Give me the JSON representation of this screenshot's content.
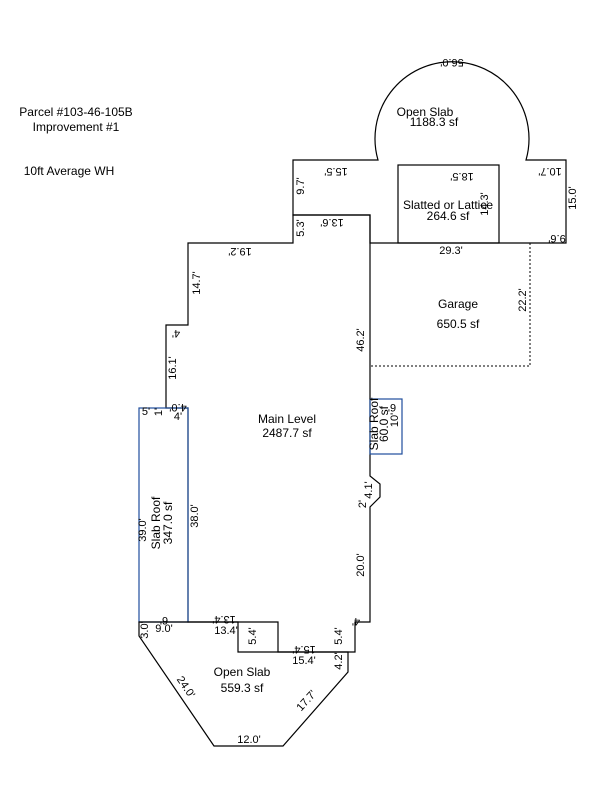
{
  "header": {
    "parcel": "Parcel #103-46-105B",
    "improvement": "Improvement #1",
    "wall_height": "10ft Average WH"
  },
  "areas": {
    "main_level": {
      "name": "Main Level",
      "area": "2487.7 sf"
    },
    "garage": {
      "name": "Garage",
      "area": "650.5 sf"
    },
    "open_slab_top": {
      "name": "Open Slab",
      "area": "1188.3 sf"
    },
    "slatted": {
      "name": "Slatted or Lattice",
      "area": "264.6 sf"
    },
    "open_slab_bottom": {
      "name": "Open Slab",
      "area": "559.3 sf"
    },
    "slab_roof_left": {
      "name": "Slab Roof",
      "area": "347.0 sf"
    },
    "slab_roof_right": {
      "name": "Slab Roof",
      "area": "60.0 sf"
    }
  },
  "dims": {
    "d56_0": "56.0'",
    "d15_5": "15.5'",
    "d18_5": "18.5'",
    "d10_7": "10.7'",
    "d9_7": "9.7'",
    "d14_3": "14.3'",
    "d15_0": "15.0'",
    "d5_3": "5.3'",
    "d13_6": "13.6'",
    "d9_6": "9.6'",
    "d19_2": "19.2'",
    "d29_3": "29.3'",
    "d14_7": "14.7'",
    "d22_2": "22.2'",
    "d4a": "4'",
    "d46_2": "46.2'",
    "d16_1": "16.1'",
    "d5a": "5'",
    "d4_0": "4.0'",
    "d1": "1'",
    "d4b": "4'",
    "d6a": "6'",
    "d10": "10'",
    "d2": "2'",
    "d4_1": "4.1'",
    "d39_0": "39.0'",
    "d38_0": "38.0'",
    "d20_0": "20.0'",
    "d6b": "6'",
    "d13_4a": "13.4'",
    "d4c": "4'",
    "d3_0": "3.0'",
    "d9_0": "9.0'",
    "d13_4b": "13.4'",
    "d5_4a": "5.4'",
    "d5_4b": "5.4'",
    "d15_4a": "15.4'",
    "d15_4b": "15.4'",
    "d4_2": "4.2'",
    "d24_0": "24.0'",
    "d17_7": "17.7'",
    "d12_0": "12.0'"
  }
}
